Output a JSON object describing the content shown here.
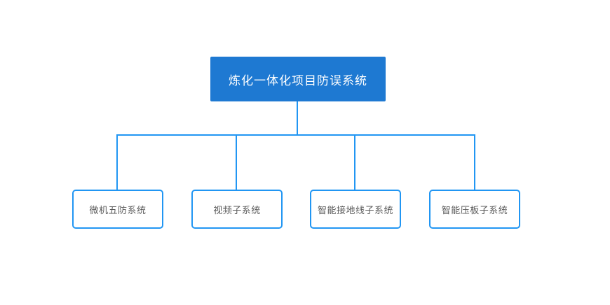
{
  "diagram": {
    "type": "tree",
    "levels": 2,
    "root": {
      "id": "root",
      "label": "炼化一体化项目防误系统"
    },
    "children": [
      {
        "id": "child-1",
        "label": "微机五防系统"
      },
      {
        "id": "child-2",
        "label": "视频子系统"
      },
      {
        "id": "child-3",
        "label": "智能接地线子系统"
      },
      {
        "id": "child-4",
        "label": "智能压板子系统"
      }
    ],
    "connector_style": "orthogonal"
  },
  "colors": {
    "canvas_bg": "#FFFFFF",
    "root_fill": "#1E79D2",
    "root_text": "#FFFFFF",
    "connector": "#2196F3",
    "child_border": "#2196F3",
    "child_fill": "#FFFFFF",
    "child_text": "#595959"
  }
}
